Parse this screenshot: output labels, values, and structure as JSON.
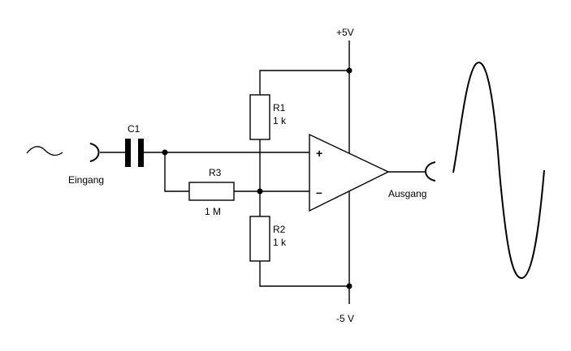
{
  "supply": {
    "positive": "+5V",
    "negative": "-5 V"
  },
  "input": {
    "label": "Eingang"
  },
  "output": {
    "label": "Ausgang"
  },
  "c1": {
    "name": "C1"
  },
  "r1": {
    "name": "R1",
    "value": "1 k"
  },
  "r2": {
    "name": "R2",
    "value": "1 k"
  },
  "r3": {
    "name": "R3",
    "value": "1 M"
  },
  "opamp": {
    "plus": "+",
    "minus": "–"
  }
}
